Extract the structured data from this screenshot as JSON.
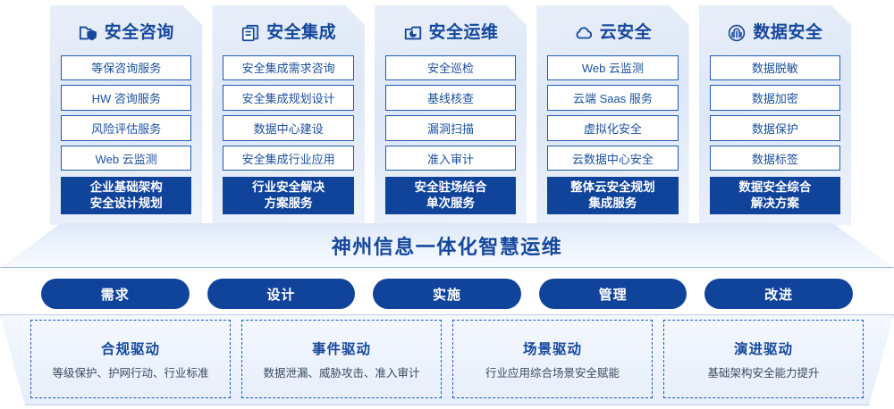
{
  "columns": [
    {
      "icon": "folder-shield-icon",
      "title": "安全咨询",
      "items": [
        "等保咨询服务",
        "HW 咨询服务",
        "风险评估服务",
        "Web 云监测"
      ],
      "highlight": [
        "企业基础架构",
        "安全设计规划"
      ]
    },
    {
      "icon": "stacked-documents-icon",
      "title": "安全集成",
      "items": [
        "安全集成需求咨询",
        "安全集成规划设计",
        "数据中心建设",
        "安全集成行业应用"
      ],
      "highlight": [
        "行业安全解决",
        "方案服务"
      ]
    },
    {
      "icon": "monitor-chart-icon",
      "title": "安全运维",
      "items": [
        "安全巡检",
        "基线核查",
        "漏洞扫描",
        "准入审计"
      ],
      "highlight": [
        "安全驻场结合",
        "单次服务"
      ]
    },
    {
      "icon": "cloud-icon",
      "title": "云安全",
      "items": [
        "Web 云监测",
        "云端 Saas 服务",
        "虚拟化安全",
        "云数据中心安全"
      ],
      "highlight": [
        "整体云安全规划",
        "集成服务"
      ]
    },
    {
      "icon": "fingerprint-icon",
      "title": "数据安全",
      "items": [
        "数据脱敏",
        "数据加密",
        "数据保护",
        "数据标签"
      ],
      "highlight": [
        "数据安全综合",
        "解决方案"
      ]
    }
  ],
  "banner": {
    "text": "神州信息一体化智慧运维"
  },
  "phases": [
    {
      "label": "需求"
    },
    {
      "label": "设计"
    },
    {
      "label": "实施"
    },
    {
      "label": "管理"
    },
    {
      "label": "改进"
    }
  ],
  "drivers": [
    {
      "title": "合规驱动",
      "desc": "等级保护、护网行动、行业标准"
    },
    {
      "title": "事件驱动",
      "desc": "数据泄漏、威胁攻击、准入审计"
    },
    {
      "title": "场景驱动",
      "desc": "行业应用综合场景安全赋能"
    },
    {
      "title": "演进驱动",
      "desc": "基础架构安全能力提升"
    }
  ],
  "colors": {
    "brand_blue": "#10439a",
    "title_blue": "#15479b",
    "border_blue": "#1f5bb5",
    "card_bg": "#e5ecf8"
  }
}
